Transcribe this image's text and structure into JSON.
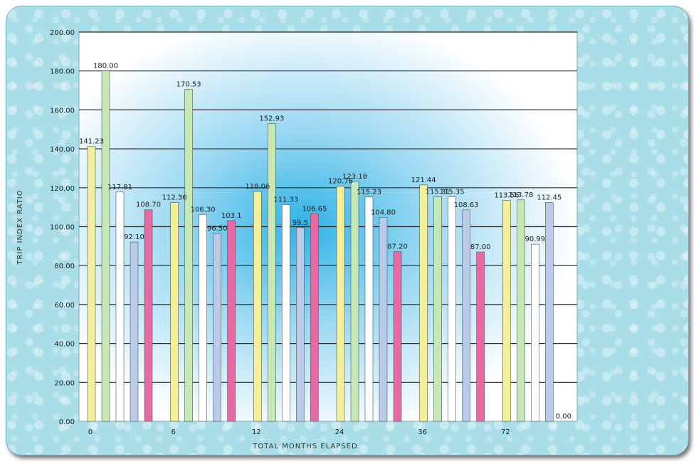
{
  "chart_data": {
    "type": "bar",
    "xlabel": "TOTAL MONTHS ELAPSED",
    "ylabel": "TRIP INDEX RATIO",
    "ylim": [
      0,
      200
    ],
    "grid": true,
    "y_ticks": [
      "0.00",
      "20.00",
      "40.00",
      "60.00",
      "80.00",
      "100.00",
      "120.00",
      "140.00",
      "160.00",
      "180.00",
      "200.00"
    ],
    "categories": [
      "0",
      "6",
      "12",
      "24",
      "36",
      "72"
    ],
    "series": [
      {
        "color": "#f4f09a",
        "values": [
          141.23,
          112.36,
          118.06,
          120.76,
          121.44,
          113.56
        ],
        "labels": [
          "141.23",
          "112.36",
          "118.06",
          "120.76",
          "121.44",
          "113.56"
        ]
      },
      {
        "color": "#c6e8b5",
        "values": [
          180.0,
          170.53,
          152.93,
          123.18,
          115.31,
          113.78
        ],
        "labels": [
          "180.00",
          "170.53",
          "152.93",
          "123.18",
          "115.31",
          "113.78"
        ]
      },
      {
        "color": "#ffffff",
        "values": [
          117.81,
          106.3,
          111.33,
          115.23,
          115.35,
          90.99
        ],
        "labels": [
          "117.81",
          "106.30",
          "111.33",
          "115.23",
          "115.35",
          "90.99"
        ]
      },
      {
        "color": "#b9cbe9",
        "values": [
          92.1,
          96.5,
          99.5,
          104.8,
          108.63,
          112.45
        ],
        "labels": [
          "92.10",
          "96.50",
          "99.5",
          "104.80",
          "108.63",
          "112.45"
        ]
      },
      {
        "color": "#e86aa4",
        "values": [
          108.7,
          103.1,
          106.65,
          87.2,
          87.0,
          0.0
        ],
        "labels": [
          "108.70",
          "103.1",
          "106.65",
          "87.20",
          "87.00",
          "0.00"
        ]
      }
    ]
  }
}
